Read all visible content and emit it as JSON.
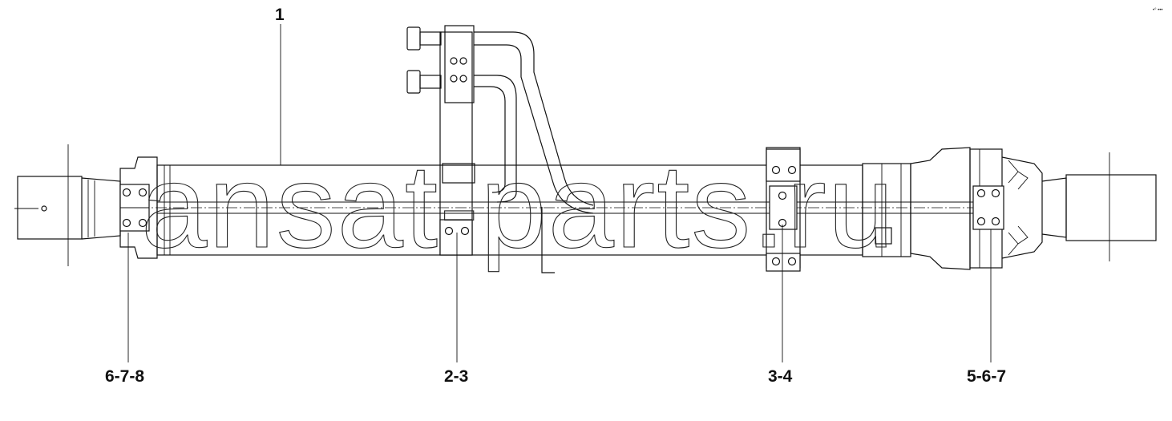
{
  "corner_mark": "•° •••",
  "watermark": "ansat-parts.ru",
  "callouts": {
    "top": "1",
    "left": "6-7-8",
    "center_left": "2-3",
    "center_right": "3-4",
    "right": "5-6-7"
  }
}
